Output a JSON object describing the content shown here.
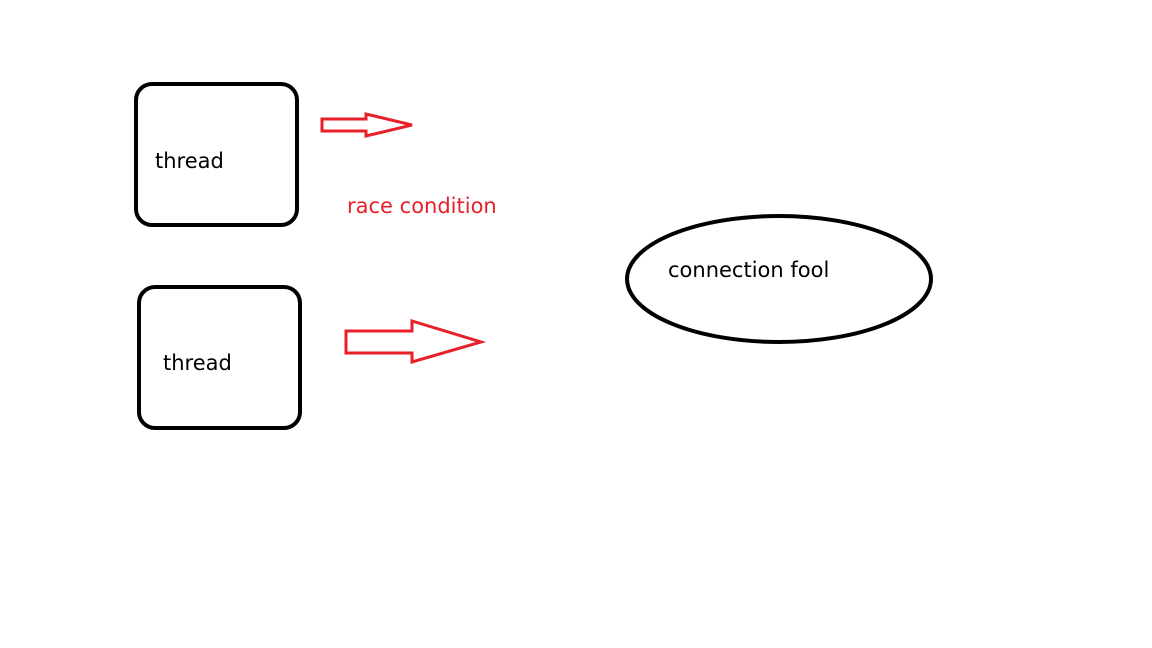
{
  "diagram": {
    "threads": [
      {
        "label": "thread"
      },
      {
        "label": "thread"
      }
    ],
    "annotation": {
      "label": "race condition"
    },
    "pool": {
      "label": "connection fool"
    }
  },
  "colors": {
    "outline": "#000000",
    "accent": "#e8202a",
    "background": "#ffffff"
  }
}
